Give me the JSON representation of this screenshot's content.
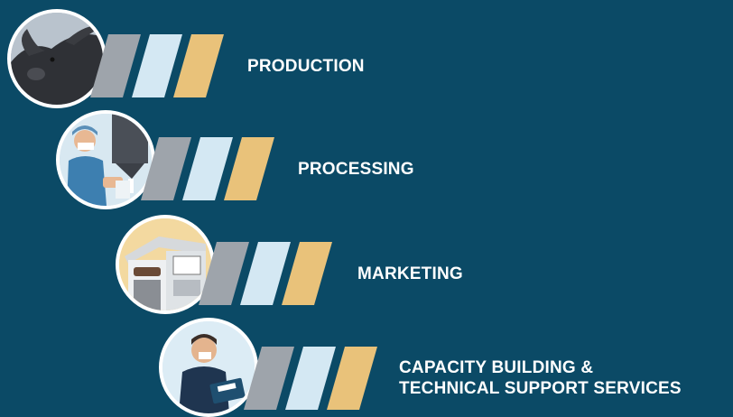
{
  "stages": [
    {
      "label": "PRODUCTION",
      "icon": "carabao-icon"
    },
    {
      "label": "PROCESSING",
      "icon": "dairy-processing-worker-icon"
    },
    {
      "label": "MARKETING",
      "icon": "dairy-store-icon"
    },
    {
      "label_line1": "CAPACITY BUILDING &",
      "label_line2": "TECHNICAL SUPPORT SERVICES",
      "icon": "trainer-tablet-icon"
    }
  ],
  "colors": {
    "background": "#0b4a66",
    "stripe_gray": "#9ea4ab",
    "stripe_light_blue": "#d4e8f3",
    "stripe_gold": "#e9c27a"
  }
}
